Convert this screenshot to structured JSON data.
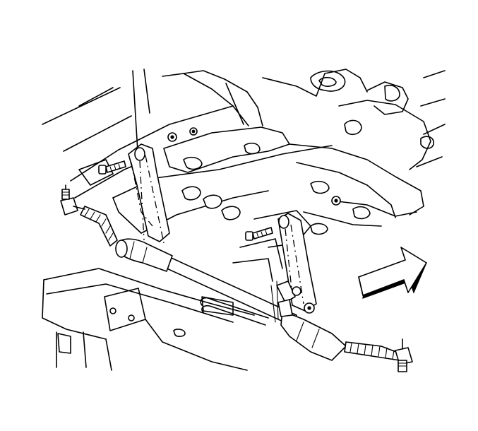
{
  "figure": {
    "kind": "exploded line drawing",
    "parts": [
      "frame-rail",
      "crossmember",
      "steering-gear-rack",
      "left-tie-rod-end",
      "right-tie-rod-end",
      "left-mounting-bracket",
      "right-mounting-bracket",
      "mounting-bolts",
      "mounting-nuts",
      "inner-tie-rod-boots",
      "fluid-lines"
    ],
    "arrow_icon": "front-direction-arrow-icon",
    "colors": {
      "line": "#000000",
      "background": "#ffffff"
    }
  }
}
